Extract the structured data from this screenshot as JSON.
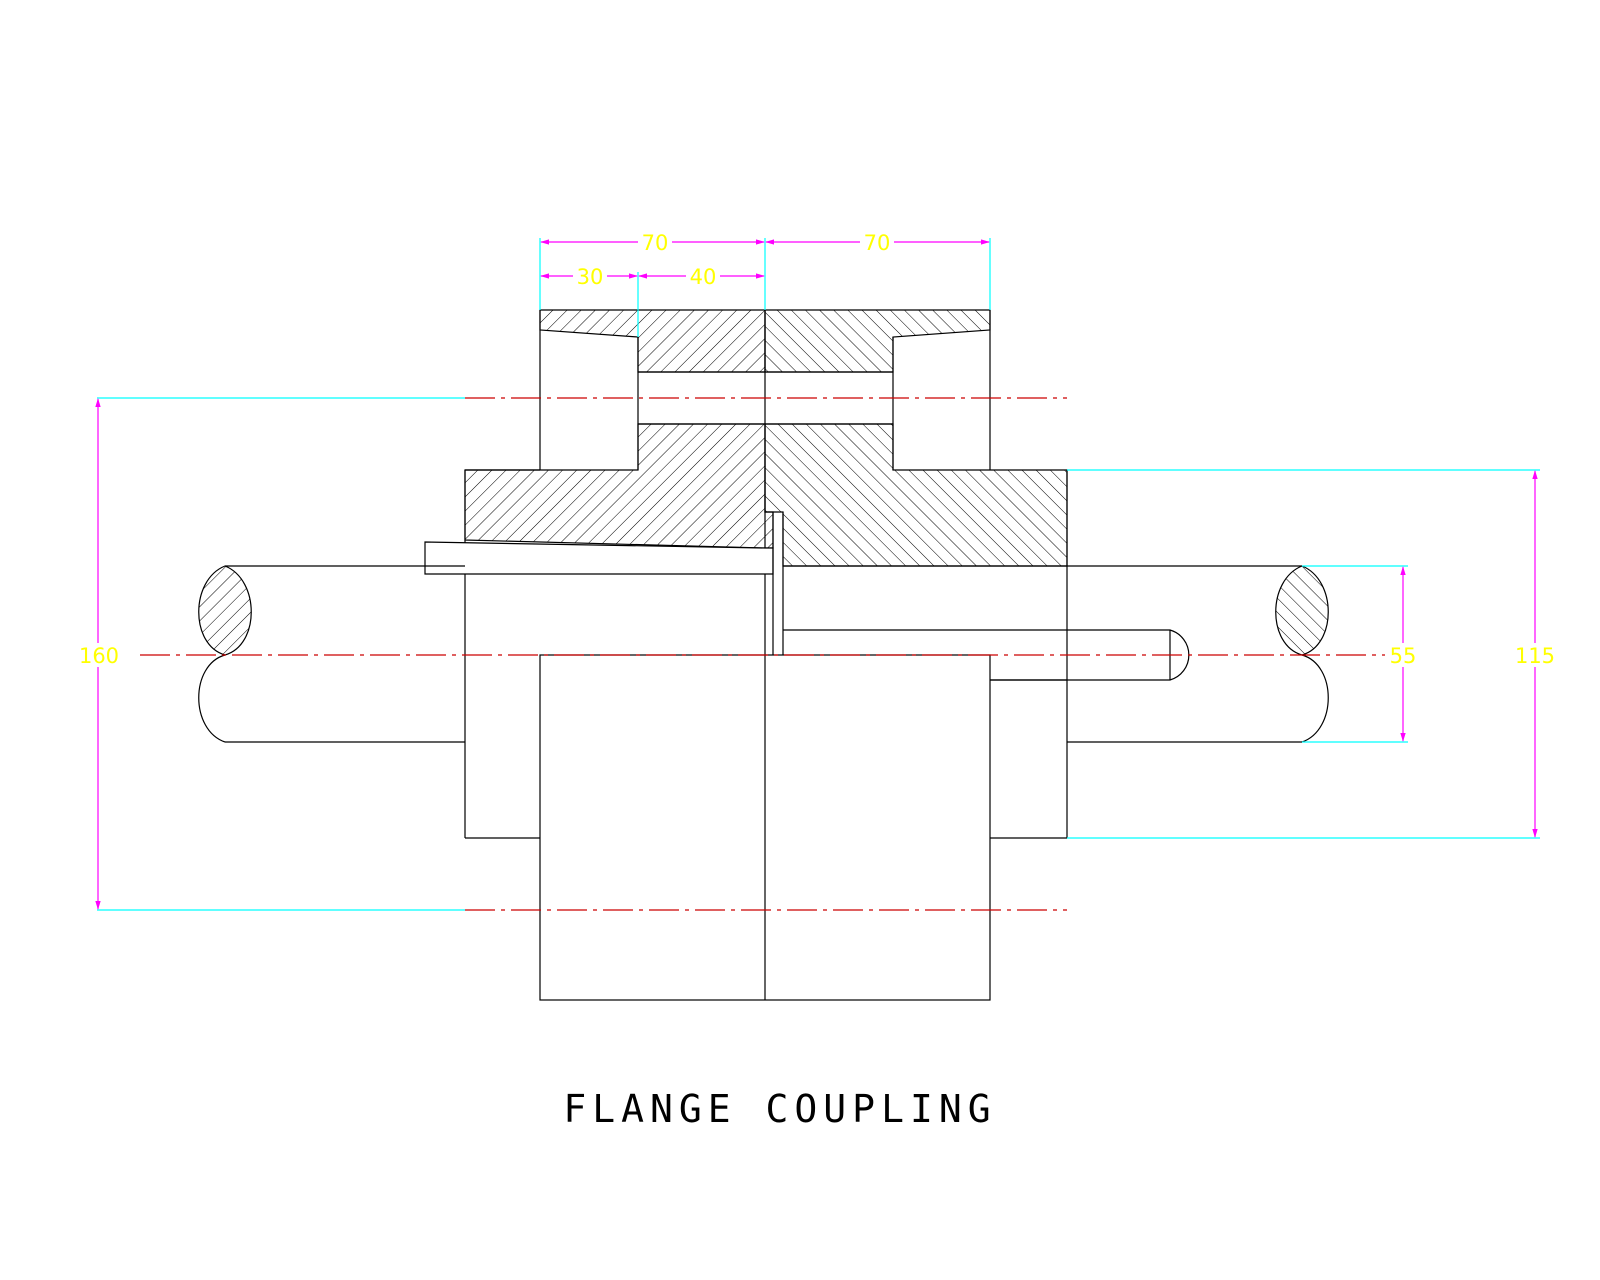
{
  "title": "FLANGE COUPLING",
  "dimensions": {
    "top_left_width": "70",
    "top_right_width": "70",
    "spigot_width": "30",
    "recess_width": "40",
    "bolt_circle_dia": "160",
    "shaft_dia": "55",
    "hub_dia": "115"
  },
  "colors": {
    "outline": "#000000",
    "dimension_line": "#ff00ff",
    "dimension_text": "#ffff00",
    "extension_line": "#00ffff",
    "centerline": "#cc0000",
    "background": "#ffffff"
  }
}
